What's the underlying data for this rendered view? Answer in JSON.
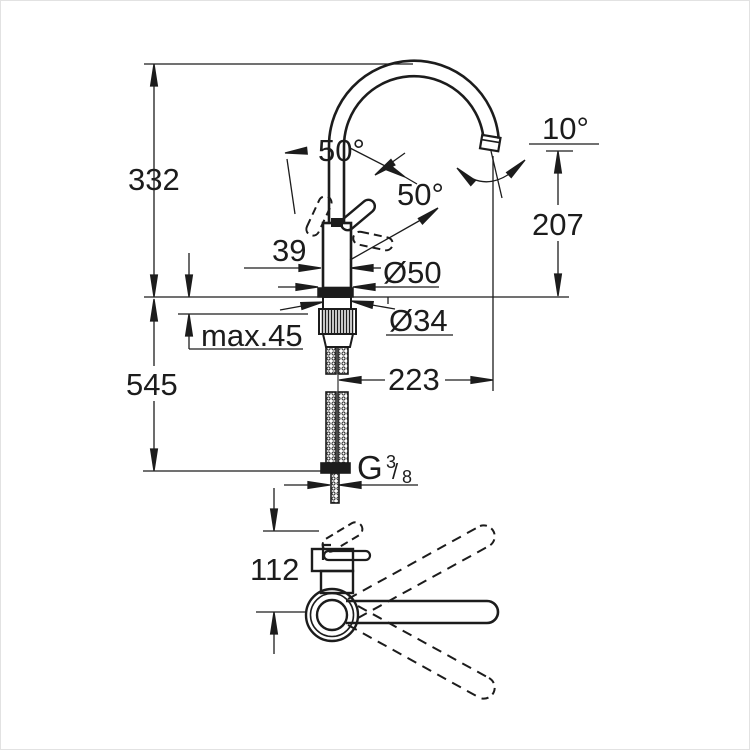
{
  "drawing": {
    "kind": "faucet-installation-dimension-drawing",
    "colors": {
      "ink": "#1c1c1c",
      "background": "#ffffff",
      "frame": "#e2e2e2"
    },
    "dimensions": {
      "overall_height": "332",
      "height_below_deck": "545",
      "max_deck_thickness": "max.45",
      "body_diameter": "39",
      "base_diameter": "Ø50",
      "hole_diameter": "Ø34",
      "spout_reach": "223",
      "outlet_height": "207",
      "outlet_angle": "10°",
      "handle_angle_front": "50°",
      "handle_angle_side": "50°",
      "side_view_offset": "112",
      "thread_g": "G",
      "thread_numerator": "3",
      "thread_slash": "/",
      "thread_denominator": "8"
    }
  }
}
